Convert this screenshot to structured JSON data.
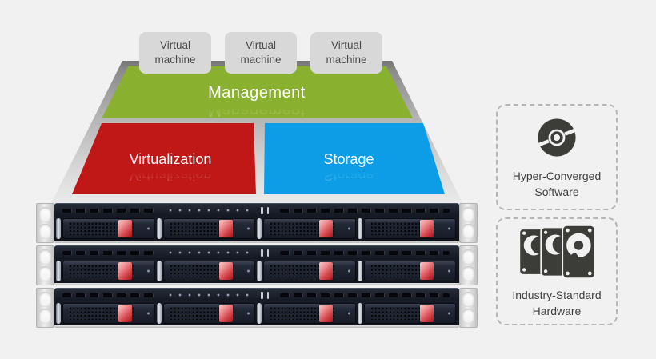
{
  "diagram": {
    "vm_boxes": [
      "Virtual machine",
      "Virtual machine",
      "Virtual machine"
    ],
    "layers": {
      "management": {
        "label": "Management",
        "color": "#8ab02f"
      },
      "virtualization": {
        "label": "Virtualization",
        "color": "#c01717"
      },
      "storage": {
        "label": "Storage",
        "color": "#0d9de6"
      }
    }
  },
  "servers": {
    "count": 3,
    "bays_per_unit": 4
  },
  "callouts": {
    "software": {
      "icon": "optical-disc-icon",
      "line1": "Hyper-Converged",
      "line2": "Software"
    },
    "hardware": {
      "icon": "hard-drives-icon",
      "line1": "Industry-Standard",
      "line2": "Hardware"
    }
  },
  "colors": {
    "background": "#f2f1f1",
    "frame_gray": "#b5b5b5",
    "vm_box": "#d8d8d8",
    "chassis_dark": "#171b25",
    "drive_tab_red": "#d4464c",
    "icon_dark": "#3c3c39",
    "callout_border": "#b6b6b6"
  }
}
